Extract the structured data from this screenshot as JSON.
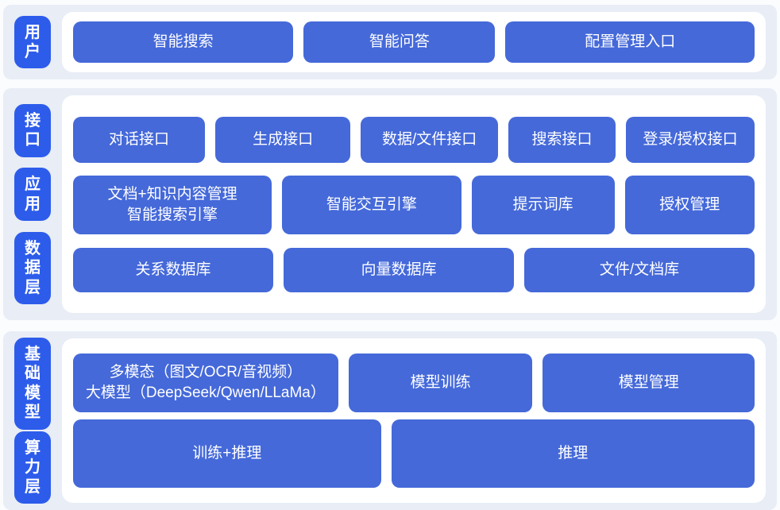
{
  "colors": {
    "page_bg": "#fbfcfe",
    "section_bg": "#e8edf6",
    "panel_bg": "#ffffff",
    "tab_bg": "#2d5ceb",
    "button_bg": "#4569d9",
    "button_text": "#ffffff"
  },
  "sections": [
    {
      "name": "user-layer",
      "tabs": [
        {
          "label": "用户"
        }
      ],
      "rows": [
        {
          "buttons": [
            {
              "label": "智能搜索"
            },
            {
              "label": "智能问答"
            },
            {
              "label": "配置管理入口"
            }
          ]
        }
      ]
    },
    {
      "name": "interface-application-data-layer",
      "tabs": [
        {
          "label": "接口"
        },
        {
          "label": "应用"
        },
        {
          "label": "数据层"
        }
      ],
      "rows": [
        {
          "buttons": [
            {
              "label": "对话接口"
            },
            {
              "label": "生成接口"
            },
            {
              "label": "数据/文件接口"
            },
            {
              "label": "搜索接口"
            },
            {
              "label": "登录/授权接口"
            }
          ]
        },
        {
          "buttons": [
            {
              "line1": "文档+知识内容管理",
              "line2": "智能搜索引擎"
            },
            {
              "label": "智能交互引擎"
            },
            {
              "label": "提示词库"
            },
            {
              "label": "授权管理"
            }
          ]
        },
        {
          "buttons": [
            {
              "label": "关系数据库"
            },
            {
              "label": "向量数据库"
            },
            {
              "label": "文件/文档库"
            }
          ]
        }
      ]
    },
    {
      "name": "base-model-compute-layer",
      "tabs": [
        {
          "label": "基础模型"
        },
        {
          "label": "算力层"
        }
      ],
      "rows": [
        {
          "buttons": [
            {
              "line1": "多模态（图文/OCR/音视频）",
              "line2": "大模型（DeepSeek/Qwen/LLaMa）"
            },
            {
              "label": "模型训练"
            },
            {
              "label": "模型管理"
            }
          ]
        },
        {
          "buttons": [
            {
              "label": "训练+推理"
            },
            {
              "label": "推理"
            }
          ]
        }
      ]
    }
  ]
}
